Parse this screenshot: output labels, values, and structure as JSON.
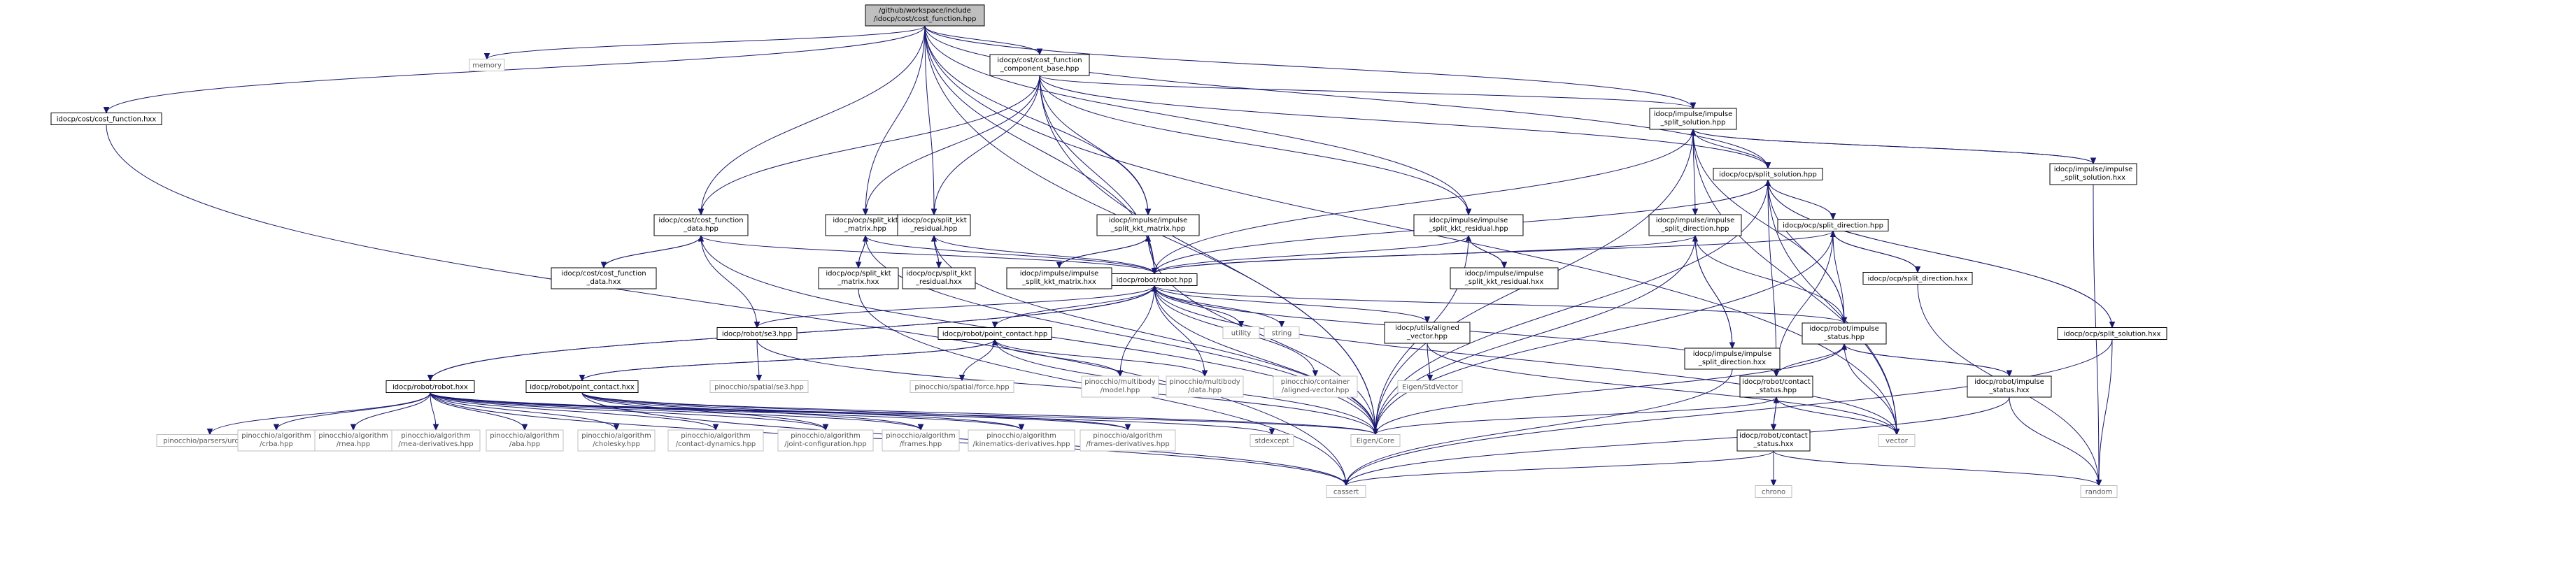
{
  "graph": {
    "nodes": [
      {
        "id": "root",
        "lines": [
          "/github/workspace/include",
          "/idocp/cost/cost_function.hpp"
        ],
        "style": "root"
      },
      {
        "id": "memory",
        "lines": [
          "memory"
        ],
        "style": "ext"
      },
      {
        "id": "cost_function_hxx",
        "lines": [
          "idocp/cost/cost_function.hxx"
        ],
        "style": "file"
      },
      {
        "id": "ccb",
        "lines": [
          "idocp/cost/cost_function",
          "_component_base.hpp"
        ],
        "style": "file"
      },
      {
        "id": "imp_split_solution",
        "lines": [
          "idocp/impulse/impulse",
          "_split_solution.hpp"
        ],
        "style": "file"
      },
      {
        "id": "imp_split_solution_hxx",
        "lines": [
          "idocp/impulse/impulse",
          "_split_solution.hxx"
        ],
        "style": "file"
      },
      {
        "id": "ocp_split_solution",
        "lines": [
          "idocp/ocp/split_solution.hpp"
        ],
        "style": "file"
      },
      {
        "id": "cfd",
        "lines": [
          "idocp/cost/cost_function",
          "_data.hpp"
        ],
        "style": "file"
      },
      {
        "id": "cfd_hxx",
        "lines": [
          "idocp/cost/cost_function",
          "_data.hxx"
        ],
        "style": "file"
      },
      {
        "id": "skm",
        "lines": [
          "idocp/ocp/split_kkt",
          "_matrix.hpp"
        ],
        "style": "file"
      },
      {
        "id": "skm_hxx",
        "lines": [
          "idocp/ocp/split_kkt",
          "_matrix.hxx"
        ],
        "style": "file"
      },
      {
        "id": "skr",
        "lines": [
          "idocp/ocp/split_kkt",
          "_residual.hpp"
        ],
        "style": "file"
      },
      {
        "id": "skr_hxx",
        "lines": [
          "idocp/ocp/split_kkt",
          "_residual.hxx"
        ],
        "style": "file"
      },
      {
        "id": "iskm",
        "lines": [
          "idocp/impulse/impulse",
          "_split_kkt_matrix.hpp"
        ],
        "style": "file"
      },
      {
        "id": "iskm_hxx",
        "lines": [
          "idocp/impulse/impulse",
          "_split_kkt_matrix.hxx"
        ],
        "style": "file"
      },
      {
        "id": "iskr",
        "lines": [
          "idocp/impulse/impulse",
          "_split_kkt_residual.hpp"
        ],
        "style": "file"
      },
      {
        "id": "iskr_hxx",
        "lines": [
          "idocp/impulse/impulse",
          "_split_kkt_residual.hxx"
        ],
        "style": "file"
      },
      {
        "id": "isd",
        "lines": [
          "idocp/impulse/impulse",
          "_split_direction.hpp"
        ],
        "style": "file"
      },
      {
        "id": "isd_hxx",
        "lines": [
          "idocp/impulse/impulse",
          "_split_direction.hxx"
        ],
        "style": "file"
      },
      {
        "id": "sd",
        "lines": [
          "idocp/ocp/split_direction.hpp"
        ],
        "style": "file"
      },
      {
        "id": "sd_hxx",
        "lines": [
          "idocp/ocp/split_direction.hxx"
        ],
        "style": "file"
      },
      {
        "id": "ss_hxx",
        "lines": [
          "idocp/ocp/split_solution.hxx"
        ],
        "style": "file"
      },
      {
        "id": "robot",
        "lines": [
          "idocp/robot/robot.hpp"
        ],
        "style": "file"
      },
      {
        "id": "utility",
        "lines": [
          "utility"
        ],
        "style": "ext"
      },
      {
        "id": "string",
        "lines": [
          "string"
        ],
        "style": "ext"
      },
      {
        "id": "se3",
        "lines": [
          "idocp/robot/se3.hpp"
        ],
        "style": "file"
      },
      {
        "id": "aligned",
        "lines": [
          "idocp/utils/aligned",
          "_vector.hpp"
        ],
        "style": "file"
      },
      {
        "id": "pc",
        "lines": [
          "idocp/robot/point_contact.hpp"
        ],
        "style": "file"
      },
      {
        "id": "impulse_status",
        "lines": [
          "idocp/robot/impulse",
          "_status.hpp"
        ],
        "style": "file"
      },
      {
        "id": "impulse_status_hxx",
        "lines": [
          "idocp/robot/impulse",
          "_status.hxx"
        ],
        "style": "file"
      },
      {
        "id": "contact_status",
        "lines": [
          "idocp/robot/contact",
          "_status.hpp"
        ],
        "style": "file"
      },
      {
        "id": "contact_status_hxx",
        "lines": [
          "idocp/robot/contact",
          "_status.hxx"
        ],
        "style": "file"
      },
      {
        "id": "robot_hxx",
        "lines": [
          "idocp/robot/robot.hxx"
        ],
        "style": "file"
      },
      {
        "id": "pc_hxx",
        "lines": [
          "idocp/robot/point_contact.hxx"
        ],
        "style": "file"
      },
      {
        "id": "pin_se3",
        "lines": [
          "pinocchio/spatial/se3.hpp"
        ],
        "style": "ext"
      },
      {
        "id": "pin_force",
        "lines": [
          "pinocchio/spatial/force.hpp"
        ],
        "style": "ext"
      },
      {
        "id": "pin_model",
        "lines": [
          "pinocchio/multibody",
          "/model.hpp"
        ],
        "style": "ext"
      },
      {
        "id": "pin_data",
        "lines": [
          "pinocchio/multibody",
          "/data.hpp"
        ],
        "style": "ext"
      },
      {
        "id": "pin_aligned",
        "lines": [
          "pinocchio/container",
          "/aligned-vector.hpp"
        ],
        "style": "ext"
      },
      {
        "id": "eigen_stdvector",
        "lines": [
          "Eigen/StdVector"
        ],
        "style": "ext"
      },
      {
        "id": "eigen_core",
        "lines": [
          "Eigen/Core"
        ],
        "style": "ext"
      },
      {
        "id": "vector",
        "lines": [
          "vector"
        ],
        "style": "ext"
      },
      {
        "id": "random",
        "lines": [
          "random"
        ],
        "style": "ext"
      },
      {
        "id": "cassert",
        "lines": [
          "cassert"
        ],
        "style": "ext"
      },
      {
        "id": "chrono",
        "lines": [
          "chrono"
        ],
        "style": "ext"
      },
      {
        "id": "stdexcept",
        "lines": [
          "stdexcept"
        ],
        "style": "ext"
      },
      {
        "id": "pin_urdf",
        "lines": [
          "pinocchio/parsers/urdf.hpp"
        ],
        "style": "ext"
      },
      {
        "id": "pin_crba",
        "lines": [
          "pinocchio/algorithm",
          "/crba.hpp"
        ],
        "style": "ext"
      },
      {
        "id": "pin_rnea",
        "lines": [
          "pinocchio/algorithm",
          "/rnea.hpp"
        ],
        "style": "ext"
      },
      {
        "id": "pin_rnea_d",
        "lines": [
          "pinocchio/algorithm",
          "/rnea-derivatives.hpp"
        ],
        "style": "ext"
      },
      {
        "id": "pin_aba",
        "lines": [
          "pinocchio/algorithm",
          "/aba.hpp"
        ],
        "style": "ext"
      },
      {
        "id": "pin_cholesky",
        "lines": [
          "pinocchio/algorithm",
          "/cholesky.hpp"
        ],
        "style": "ext"
      },
      {
        "id": "pin_contact",
        "lines": [
          "pinocchio/algorithm",
          "/contact-dynamics.hpp"
        ],
        "style": "ext"
      },
      {
        "id": "pin_joint",
        "lines": [
          "pinocchio/algorithm",
          "/joint-configuration.hpp"
        ],
        "style": "ext"
      },
      {
        "id": "pin_frames",
        "lines": [
          "pinocchio/algorithm",
          "/frames.hpp"
        ],
        "style": "ext"
      },
      {
        "id": "pin_kin_d",
        "lines": [
          "pinocchio/algorithm",
          "/kinematics-derivatives.hpp"
        ],
        "style": "ext"
      },
      {
        "id": "pin_frames_d",
        "lines": [
          "pinocchio/algorithm",
          "/frames-derivatives.hpp"
        ],
        "style": "ext"
      }
    ],
    "edges": [
      [
        "root",
        "memory"
      ],
      [
        "root",
        "cost_function_hxx"
      ],
      [
        "root",
        "ccb"
      ],
      [
        "root",
        "imp_split_solution"
      ],
      [
        "root",
        "ocp_split_solution"
      ],
      [
        "root",
        "cfd"
      ],
      [
        "root",
        "skm"
      ],
      [
        "root",
        "skr"
      ],
      [
        "root",
        "iskm"
      ],
      [
        "root",
        "iskr"
      ],
      [
        "root",
        "robot"
      ],
      [
        "root",
        "eigen_core"
      ],
      [
        "root",
        "vector"
      ],
      [
        "cost_function_hxx",
        "cassert"
      ],
      [
        "ccb",
        "cfd"
      ],
      [
        "ccb",
        "skm"
      ],
      [
        "ccb",
        "skr"
      ],
      [
        "ccb",
        "iskm"
      ],
      [
        "ccb",
        "iskr"
      ],
      [
        "ccb",
        "robot"
      ],
      [
        "ccb",
        "eigen_core"
      ],
      [
        "ccb",
        "imp_split_solution"
      ],
      [
        "ccb",
        "ocp_split_solution"
      ],
      [
        "imp_split_solution",
        "imp_split_solution_hxx"
      ],
      [
        "imp_split_solution",
        "ocp_split_solution"
      ],
      [
        "imp_split_solution",
        "isd"
      ],
      [
        "imp_split_solution",
        "robot"
      ],
      [
        "imp_split_solution",
        "impulse_status"
      ],
      [
        "imp_split_solution",
        "eigen_core"
      ],
      [
        "imp_split_solution",
        "vector"
      ],
      [
        "imp_split_solution_hxx",
        "imp_split_solution"
      ],
      [
        "imp_split_solution_hxx",
        "random"
      ],
      [
        "ocp_split_solution",
        "ss_hxx"
      ],
      [
        "ocp_split_solution",
        "sd"
      ],
      [
        "ocp_split_solution",
        "robot"
      ],
      [
        "ocp_split_solution",
        "contact_status"
      ],
      [
        "ocp_split_solution",
        "impulse_status"
      ],
      [
        "ocp_split_solution",
        "eigen_core"
      ],
      [
        "ocp_split_solution",
        "vector"
      ],
      [
        "ss_hxx",
        "ocp_split_solution"
      ],
      [
        "ss_hxx",
        "cassert"
      ],
      [
        "ss_hxx",
        "random"
      ],
      [
        "sd",
        "sd_hxx"
      ],
      [
        "sd",
        "robot"
      ],
      [
        "sd",
        "contact_status"
      ],
      [
        "sd",
        "impulse_status"
      ],
      [
        "sd",
        "eigen_core"
      ],
      [
        "sd_hxx",
        "sd"
      ],
      [
        "sd_hxx",
        "random"
      ],
      [
        "isd",
        "isd_hxx"
      ],
      [
        "isd",
        "robot"
      ],
      [
        "isd",
        "impulse_status"
      ],
      [
        "isd",
        "eigen_core"
      ],
      [
        "isd_hxx",
        "isd"
      ],
      [
        "isd_hxx",
        "cassert"
      ],
      [
        "cfd",
        "cfd_hxx"
      ],
      [
        "cfd",
        "robot"
      ],
      [
        "cfd",
        "se3"
      ],
      [
        "cfd",
        "eigen_core"
      ],
      [
        "cfd_hxx",
        "cfd"
      ],
      [
        "skm",
        "skm_hxx"
      ],
      [
        "skm",
        "robot"
      ],
      [
        "skm",
        "eigen_core"
      ],
      [
        "skm_hxx",
        "skm"
      ],
      [
        "skm_hxx",
        "cassert"
      ],
      [
        "skr",
        "skr_hxx"
      ],
      [
        "skr",
        "robot"
      ],
      [
        "skr",
        "eigen_core"
      ],
      [
        "skr_hxx",
        "skr"
      ],
      [
        "iskm",
        "iskm_hxx"
      ],
      [
        "iskm",
        "robot"
      ],
      [
        "iskm",
        "eigen_core"
      ],
      [
        "iskm_hxx",
        "iskm"
      ],
      [
        "iskr",
        "iskr_hxx"
      ],
      [
        "iskr",
        "robot"
      ],
      [
        "iskr",
        "eigen_core"
      ],
      [
        "iskr_hxx",
        "iskr"
      ],
      [
        "robot",
        "utility"
      ],
      [
        "robot",
        "string"
      ],
      [
        "robot",
        "se3"
      ],
      [
        "robot",
        "aligned"
      ],
      [
        "robot",
        "pc"
      ],
      [
        "robot",
        "impulse_status"
      ],
      [
        "robot",
        "contact_status"
      ],
      [
        "robot",
        "robot_hxx"
      ],
      [
        "robot",
        "pin_model"
      ],
      [
        "robot",
        "pin_data"
      ],
      [
        "robot",
        "pin_aligned"
      ],
      [
        "robot",
        "eigen_core"
      ],
      [
        "robot",
        "vector"
      ],
      [
        "se3",
        "pin_se3"
      ],
      [
        "se3",
        "eigen_core"
      ],
      [
        "aligned",
        "eigen_stdvector"
      ],
      [
        "aligned",
        "vector"
      ],
      [
        "pc",
        "pc_hxx"
      ],
      [
        "pc",
        "pin_force"
      ],
      [
        "pc",
        "pin_model"
      ],
      [
        "pc",
        "pin_data"
      ],
      [
        "pc",
        "eigen_core"
      ],
      [
        "impulse_status",
        "impulse_status_hxx"
      ],
      [
        "impulse_status",
        "contact_status"
      ],
      [
        "impulse_status",
        "eigen_core"
      ],
      [
        "impulse_status",
        "vector"
      ],
      [
        "impulse_status_hxx",
        "impulse_status"
      ],
      [
        "impulse_status_hxx",
        "cassert"
      ],
      [
        "impulse_status_hxx",
        "random"
      ],
      [
        "contact_status",
        "contact_status_hxx"
      ],
      [
        "contact_status",
        "eigen_core"
      ],
      [
        "contact_status",
        "vector"
      ],
      [
        "contact_status_hxx",
        "contact_status"
      ],
      [
        "contact_status_hxx",
        "cassert"
      ],
      [
        "contact_status_hxx",
        "chrono"
      ],
      [
        "contact_status_hxx",
        "random"
      ],
      [
        "robot_hxx",
        "robot"
      ],
      [
        "robot_hxx",
        "pin_urdf"
      ],
      [
        "robot_hxx",
        "pin_crba"
      ],
      [
        "robot_hxx",
        "pin_rnea"
      ],
      [
        "robot_hxx",
        "pin_rnea_d"
      ],
      [
        "robot_hxx",
        "pin_aba"
      ],
      [
        "robot_hxx",
        "pin_cholesky"
      ],
      [
        "robot_hxx",
        "pin_contact"
      ],
      [
        "robot_hxx",
        "pin_joint"
      ],
      [
        "robot_hxx",
        "pin_frames"
      ],
      [
        "robot_hxx",
        "pin_kin_d"
      ],
      [
        "robot_hxx",
        "pin_frames_d"
      ],
      [
        "robot_hxx",
        "stdexcept"
      ],
      [
        "robot_hxx",
        "cassert"
      ],
      [
        "robot_hxx",
        "eigen_core"
      ],
      [
        "pc_hxx",
        "pc"
      ],
      [
        "pc_hxx",
        "pin_joint"
      ],
      [
        "pc_hxx",
        "pin_frames"
      ],
      [
        "pc_hxx",
        "pin_kin_d"
      ],
      [
        "pc_hxx",
        "pin_frames_d"
      ],
      [
        "pc_hxx",
        "eigen_core"
      ],
      [
        "pc_hxx",
        "cassert"
      ]
    ]
  },
  "colors": {
    "edge": "#191970",
    "node_border": "#000000",
    "ext_border": "#bfbfbf",
    "ext_text": "#555555",
    "root_fill": "#bfbfbf",
    "node_fill": "#ffffff"
  }
}
